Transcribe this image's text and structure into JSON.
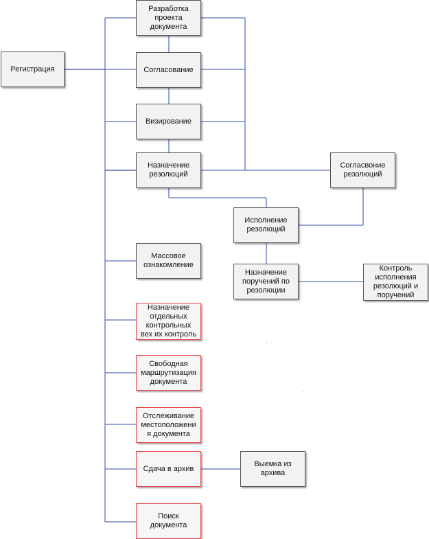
{
  "colors": {
    "line": "#5b6fbf",
    "line_dark": "#3344aa",
    "box_border": "#555555",
    "box_border_highlight": "#e8474a",
    "box_fill": "#f2f2f2"
  },
  "boxes": {
    "registration": "Регистрация",
    "drafting": "Разработка\nпроекта\nдокумента",
    "approval": "Согласование",
    "endorsement": "Визирование",
    "resolution_assignment": "Назначение\nрезолюций",
    "resolution_approval": "Согласвоние\nрезолюций",
    "resolution_execution": "Исполнение\nрезолюций",
    "mass_review": "Массовое\nознакомление",
    "task_assignment": "Назначение\nпоручений по\nрезолюции",
    "control": "Контроль\nисполнения\nрезолюций и\nпоручений",
    "milestones": "Назначение\nотдельных\nконтрольных\nвех их контроль",
    "free_routing": "Свободная\nмаршрутизация\nдокумента",
    "location_tracking": "Отслеживание\nместоположени\nя документа",
    "archive_submit": "Сдача в архив",
    "archive_retrieval": "Выемка из\nархива",
    "search": "Поиск\nдокумента"
  }
}
